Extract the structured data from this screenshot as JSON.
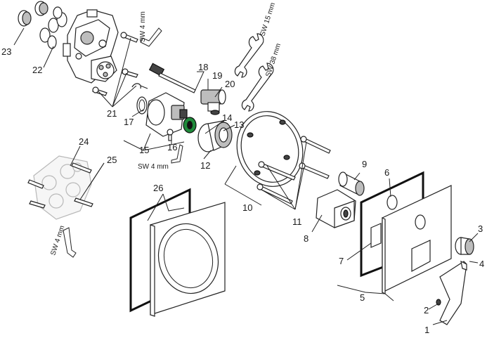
{
  "labels": {
    "p1": "1",
    "p2": "2",
    "p3": "3",
    "p4": "4",
    "p5": "5",
    "p6": "6",
    "p7": "7",
    "p8": "8",
    "p9": "9",
    "p10": "10",
    "p11": "11",
    "p12": "12",
    "p13": "13",
    "p14": "14",
    "p15": "15",
    "p16": "16",
    "p17": "17",
    "p18": "18",
    "p19": "19",
    "p20": "20",
    "p21": "21",
    "p22": "22",
    "p23": "23",
    "p24": "24",
    "p25": "25",
    "p26": "26"
  },
  "tools": {
    "allen_top": "SW 4 mm",
    "allen_mid": "SW 4 mm",
    "allen_left": "SW 4 mm",
    "wrench_15": "SW 15 mm",
    "wrench_38": "SW 38 mm"
  },
  "colors": {
    "accent_green": "#1f8a3a"
  }
}
